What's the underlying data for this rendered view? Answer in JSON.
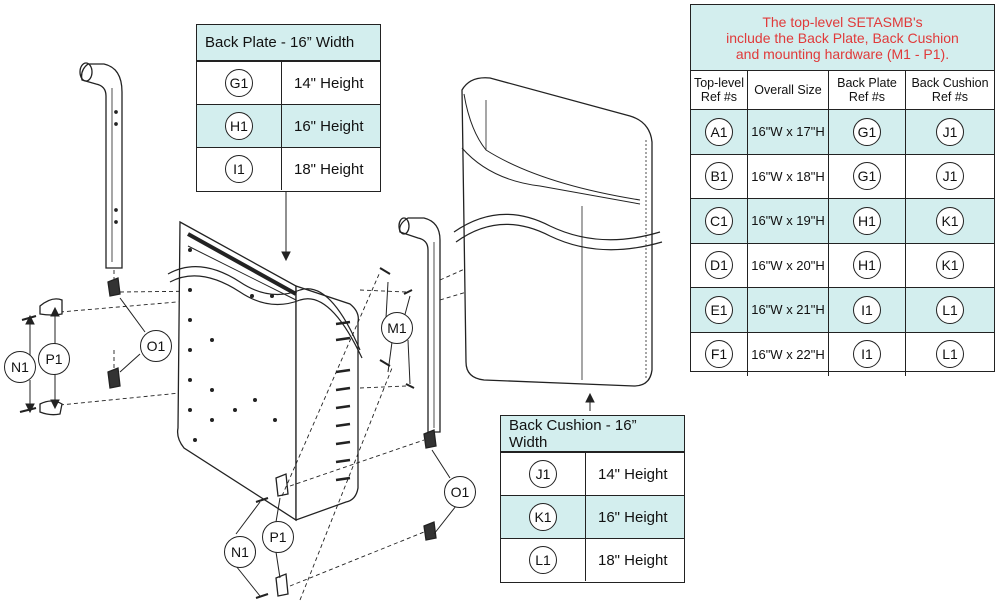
{
  "back_plate_table": {
    "title": "Back Plate - 16” Width",
    "rows": [
      {
        "ref": "G1",
        "size": "14\" Height",
        "highlight": false
      },
      {
        "ref": "H1",
        "size": "16\" Height",
        "highlight": true
      },
      {
        "ref": "I1",
        "size": "18\" Height",
        "highlight": false
      }
    ]
  },
  "back_cushion_table": {
    "title": "Back Cushion - 16” Width",
    "rows": [
      {
        "ref": "J1",
        "size": "14\" Height",
        "highlight": false
      },
      {
        "ref": "K1",
        "size": "16\" Height",
        "highlight": true
      },
      {
        "ref": "L1",
        "size": "18\" Height",
        "highlight": false
      }
    ]
  },
  "assembly_table": {
    "title_line1": "The top-level SETASMB's",
    "title_line2": "include the Back Plate, Back Cushion",
    "title_line3": "and mounting hardware (M1 - P1).",
    "headers": [
      "Top-level Ref #s",
      "Overall Size",
      "Back Plate Ref #s",
      "Back Cushion Ref #s"
    ],
    "rows": [
      {
        "ref": "A1",
        "size": "16\"W x 17\"H",
        "plate": "G1",
        "cushion": "J1",
        "highlight": true
      },
      {
        "ref": "B1",
        "size": "16\"W x 18\"H",
        "plate": "G1",
        "cushion": "J1",
        "highlight": false
      },
      {
        "ref": "C1",
        "size": "16\"W x 19\"H",
        "plate": "H1",
        "cushion": "K1",
        "highlight": true
      },
      {
        "ref": "D1",
        "size": "16\"W x 20\"H",
        "plate": "H1",
        "cushion": "K1",
        "highlight": false
      },
      {
        "ref": "E1",
        "size": "16\"W x 21\"H",
        "plate": "I1",
        "cushion": "L1",
        "highlight": true
      },
      {
        "ref": "F1",
        "size": "16\"W x 22\"H",
        "plate": "I1",
        "cushion": "L1",
        "highlight": false
      }
    ]
  },
  "callouts": {
    "n1_left": "N1",
    "p1_left": "P1",
    "o1_left": "O1",
    "m1": "M1",
    "o1_right": "O1",
    "n1_right": "N1",
    "p1_right": "P1"
  },
  "colors": {
    "highlight": "#d3eeee",
    "title_red": "#e03a3a",
    "line": "#222222"
  }
}
